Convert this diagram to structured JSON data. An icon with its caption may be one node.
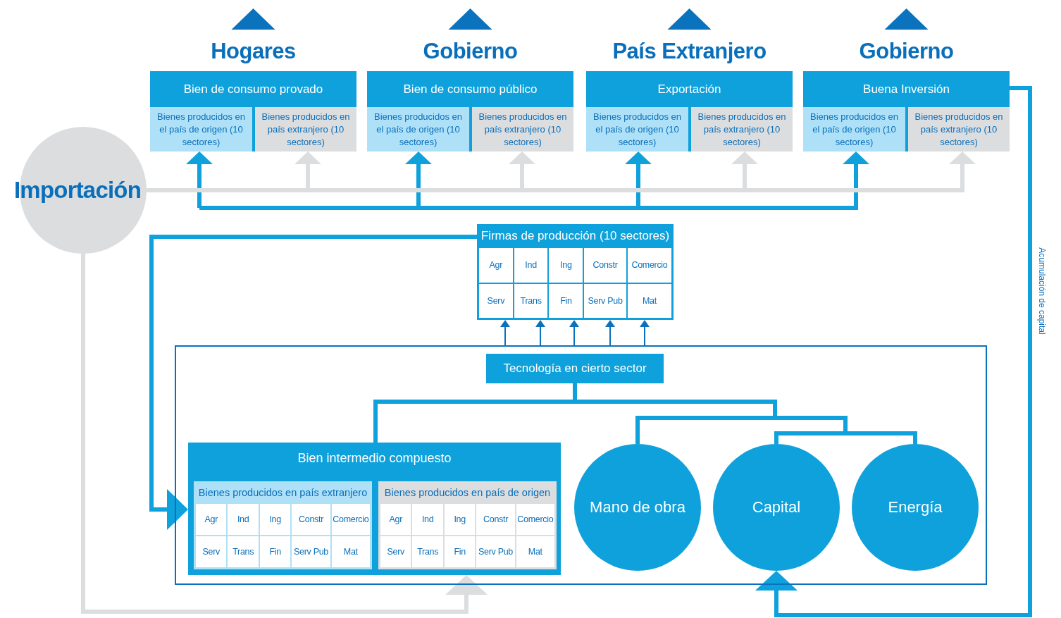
{
  "diagram": {
    "nodes": [
      {
        "text": [
          "Hogares",
          "Bien de consumo provado"
        ]
      },
      {
        "text": [
          "Bienes producidos en el país de origen (10 sectores)"
        ],
        "in": 0
      },
      {
        "text": [
          "Bienes producidos en país extranjero (10 sectores)"
        ],
        "in": 0
      },
      {
        "text": [
          "Gobierno",
          "Bien de consumo público"
        ]
      },
      {
        "text": [
          "Bienes producidos en el país de origen (10 sectores)"
        ],
        "in": 3
      },
      {
        "text": [
          "Bienes producidos en país extranjero (10 sectores)"
        ],
        "in": 3
      },
      {
        "text": [
          "País Extranjero",
          "Exportación"
        ]
      },
      {
        "text": [
          "Bienes producidos en el país de origen (10 sectores)"
        ],
        "in": 6
      },
      {
        "text": [
          "Bienes producidos en país extranjero (10 sectores)"
        ],
        "in": 6
      },
      {
        "text": [
          "Gobierno",
          "Buena Inversión"
        ]
      },
      {
        "text": [
          "Bienes producidos en el país de origen (10 sectores)"
        ],
        "in": 9
      },
      {
        "text": [
          "Bienes producidos en país extranjero (10 sectores)"
        ],
        "in": 9
      },
      {
        "text": [
          "Importación"
        ]
      },
      {
        "text": [
          "Firmas de producción (10 sectores)",
          "Agr",
          "Ind",
          "Ing",
          "Constr",
          "Comercio",
          "Serv",
          "Trans",
          "Fin",
          "Serv Pub",
          "Mat"
        ]
      },
      {
        "text": [],
        "shape": "box"
      },
      {
        "text": [
          "Tecnología en cierto sector"
        ],
        "in": 14
      },
      {
        "text": [
          "Bien intermedio compuesto"
        ],
        "in": 14
      },
      {
        "text": [
          "Bienes producidos en país extranjero",
          "Agr",
          "Ind",
          "Ing",
          "Constr",
          "Comercio",
          "Serv",
          "Trans",
          "Fin",
          "Serv Pub",
          "Mat"
        ],
        "in": 16
      },
      {
        "text": [
          "Bienes producidos en país de origen",
          "Agr",
          "Ind",
          "Ing",
          "Constr",
          "Comercio",
          "Serv",
          "Trans",
          "Fin",
          "Serv Pub",
          "Mat"
        ],
        "in": 16
      },
      {
        "text": [
          "Mano de obra"
        ],
        "in": 14
      },
      {
        "text": [
          "Capital"
        ],
        "in": 14
      },
      {
        "text": [
          "Energía"
        ],
        "in": 14
      }
    ],
    "edges": [
      {
        "from": null,
        "to": 1,
        "arrow": "to"
      },
      {
        "from": null,
        "to": 4,
        "arrow": "to"
      },
      {
        "from": null,
        "to": 7,
        "arrow": "to"
      },
      {
        "from": null,
        "to": 10,
        "arrow": "to"
      },
      {
        "from": 12,
        "to": 2,
        "arrow": "to",
        "color": "#dcdddf"
      },
      {
        "from": 12,
        "to": 5,
        "arrow": "to",
        "color": "#dcdddf"
      },
      {
        "from": 12,
        "to": 8,
        "arrow": "to",
        "color": "#dcdddf"
      },
      {
        "from": 12,
        "to": 11,
        "arrow": "to",
        "color": "#dcdddf"
      },
      {
        "from": 12,
        "to": 16,
        "arrow": "to",
        "color": "#dcdddf"
      },
      {
        "from": 13,
        "to": 16,
        "arrow": "to"
      },
      {
        "from": 14,
        "to": 13,
        "arrow": "to",
        "color": "#0a72bd"
      },
      {
        "from": 14,
        "to": 13,
        "arrow": "to",
        "color": "#0a72bd"
      },
      {
        "from": 14,
        "to": 13,
        "arrow": "to",
        "color": "#0a72bd"
      },
      {
        "from": 14,
        "to": 13,
        "arrow": "to",
        "color": "#0a72bd"
      },
      {
        "from": 14,
        "to": 13,
        "arrow": "to",
        "color": "#0a72bd"
      },
      {
        "from": 15,
        "to": 16,
        "arrow": "none"
      },
      {
        "from": 15,
        "to": 19,
        "arrow": "none"
      },
      {
        "from": 15,
        "to": 20,
        "arrow": "none"
      },
      {
        "from": 15,
        "to": 21,
        "arrow": "none"
      },
      {
        "from": 9,
        "to": 20,
        "arrow": "to",
        "label": "Acumulación de capital"
      }
    ]
  }
}
